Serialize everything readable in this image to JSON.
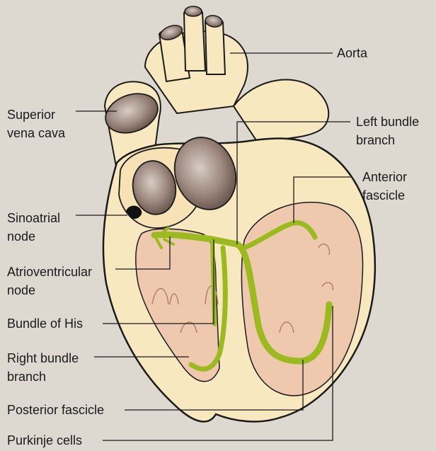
{
  "diagram": {
    "colors": {
      "background": "#ddd9d0",
      "heart_outer": "#f8e8bf",
      "heart_inner": "#efc9ad",
      "conduction": "#9bba1e",
      "outline": "#1a1a1a",
      "vessel_lumen": "#8a7468"
    },
    "labels": {
      "aorta": "Aorta",
      "superior_vena_cava": [
        "Superior",
        "vena cava"
      ],
      "left_bundle_branch": [
        "Left bundle",
        "branch"
      ],
      "anterior_fascicle": [
        "Anterior",
        "fascicle"
      ],
      "sinoatrial_node": [
        "Sinoatrial",
        "node"
      ],
      "atrioventricular_node": [
        "Atrioventricular",
        "node"
      ],
      "bundle_of_his": "Bundle of His",
      "right_bundle_branch": [
        "Right bundle",
        "branch"
      ],
      "posterior_fascicle": "Posterior fascicle",
      "purkinje_cells": "Purkinje cells"
    }
  }
}
